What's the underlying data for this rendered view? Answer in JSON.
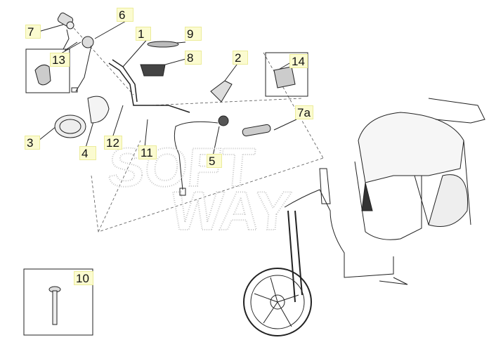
{
  "watermark": "SOFT WAY",
  "callouts": {
    "c1": "1",
    "c2": "2",
    "c3": "3",
    "c4": "4",
    "c5": "5",
    "c6": "6",
    "c7": "7",
    "c7a": "7a",
    "c8": "8",
    "c9": "9",
    "c10": "10",
    "c11": "11",
    "c12": "12",
    "c13": "13",
    "c14": "14"
  }
}
